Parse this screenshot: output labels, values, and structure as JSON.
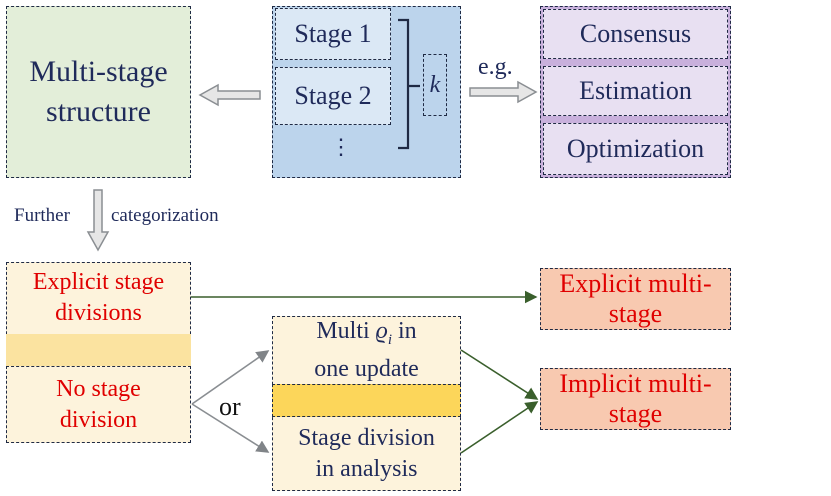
{
  "structure": {
    "line1": "Multi-stage",
    "line2": "structure"
  },
  "stages": {
    "stage1": "Stage 1",
    "stage2": "Stage 2",
    "dots": "⋮",
    "k": "k"
  },
  "eg": "e.g.",
  "examples": [
    "Consensus",
    "Estimation",
    "Optimization"
  ],
  "further": {
    "left": "Further",
    "right": "categorization"
  },
  "left_categories": {
    "explicit": {
      "line1": "Explicit stage",
      "line2": "divisions"
    },
    "no_stage": {
      "line1": "No stage",
      "line2": "division"
    }
  },
  "or_label": "or",
  "mid_boxes": {
    "multi": {
      "prefix": "Multi",
      "symbol": "ϱ",
      "subscript": "i",
      "suffix": " in",
      "line2": "one update"
    },
    "stage_div": {
      "line1": "Stage division",
      "line2": "in analysis"
    }
  },
  "results": {
    "explicit": "Explicit multi-stage",
    "implicit": "Implicit multi-stage"
  },
  "colors": {
    "structure_fill": "#e3eed9",
    "stage_panel": "#bcd4ec",
    "stage_box": "#dbe8f5",
    "example_fill": "#e8e0f2",
    "example_strip": "#c8b0dc",
    "cream": "#fdf3dc",
    "yellow": "#fcd65a",
    "pale_yellow": "#fbe3a0",
    "result_fill": "#f8c9b0",
    "arrow_gray": "#a0a4a8",
    "arrow_green": "#3a5f2c",
    "red_text": "#e00000",
    "navy_text": "#1f2a5a"
  }
}
